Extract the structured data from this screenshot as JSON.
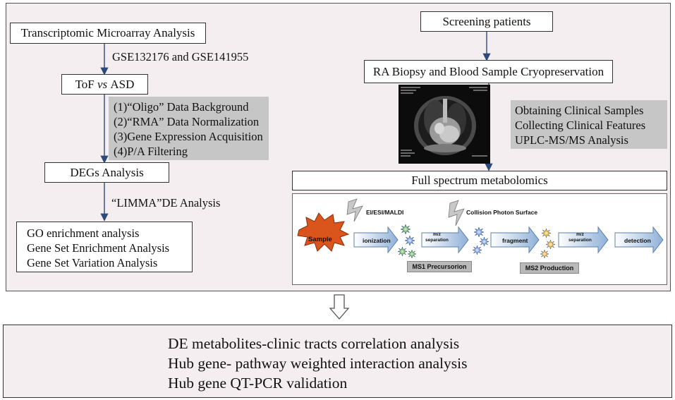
{
  "left": {
    "transcriptomic": "Transcriptomic Microarray Analysis",
    "datasets": "GSE132176 and GSE141955",
    "tof_prefix": "ToF ",
    "tof_vs": "vs",
    "tof_suffix": " ASD",
    "steps": [
      "(1)“Oligo” Data Background",
      "(2)“RMA” Data Normalization",
      "(3)Gene Expression Acquisition",
      "(4)P/A Filtering"
    ],
    "degs": "DEGs Analysis",
    "limma": "“LIMMA”DE Analysis",
    "enrichment": [
      "GO enrichment analysis",
      "Gene Set Enrichment Analysis",
      "Gene Set Variation Analysis"
    ]
  },
  "right": {
    "screening": "Screening patients",
    "biopsy": "RA Biopsy and Blood Sample Cryopreservation",
    "clinical": [
      "Obtaining Clinical Samples",
      "Collecting Clinical Features",
      "UPLC-MS/MS Analysis"
    ],
    "fullspectrum": "Full spectrum metabolomics"
  },
  "ms": {
    "sample": "Sample",
    "ion_source": "EI/ESI/MALDI",
    "ionization": "ionization",
    "mz1_top": "m/z",
    "mz1_bottom": "separation",
    "collision": "Collision Photon Surface",
    "fragment": "fragment",
    "mz2_top": "m/z",
    "mz2_bottom": "separation",
    "detection": "detection",
    "ms1": "MS1 Precursorion",
    "ms2": "MS2 Production"
  },
  "bottom": {
    "lines": [
      "DE metabolites-clinic tracts correlation analysis",
      "Hub gene- pathway weighted interaction analysis",
      "Hub gene QT-PCR validation"
    ]
  },
  "colors": {
    "panel_bg": "#f4eef0",
    "gray_box": "#c6c6c6",
    "arrow": "#2e4a7a",
    "sample_star": "#d9551c",
    "process_arrow_start": "#ffffff",
    "process_arrow_end": "#8fb0d8"
  }
}
